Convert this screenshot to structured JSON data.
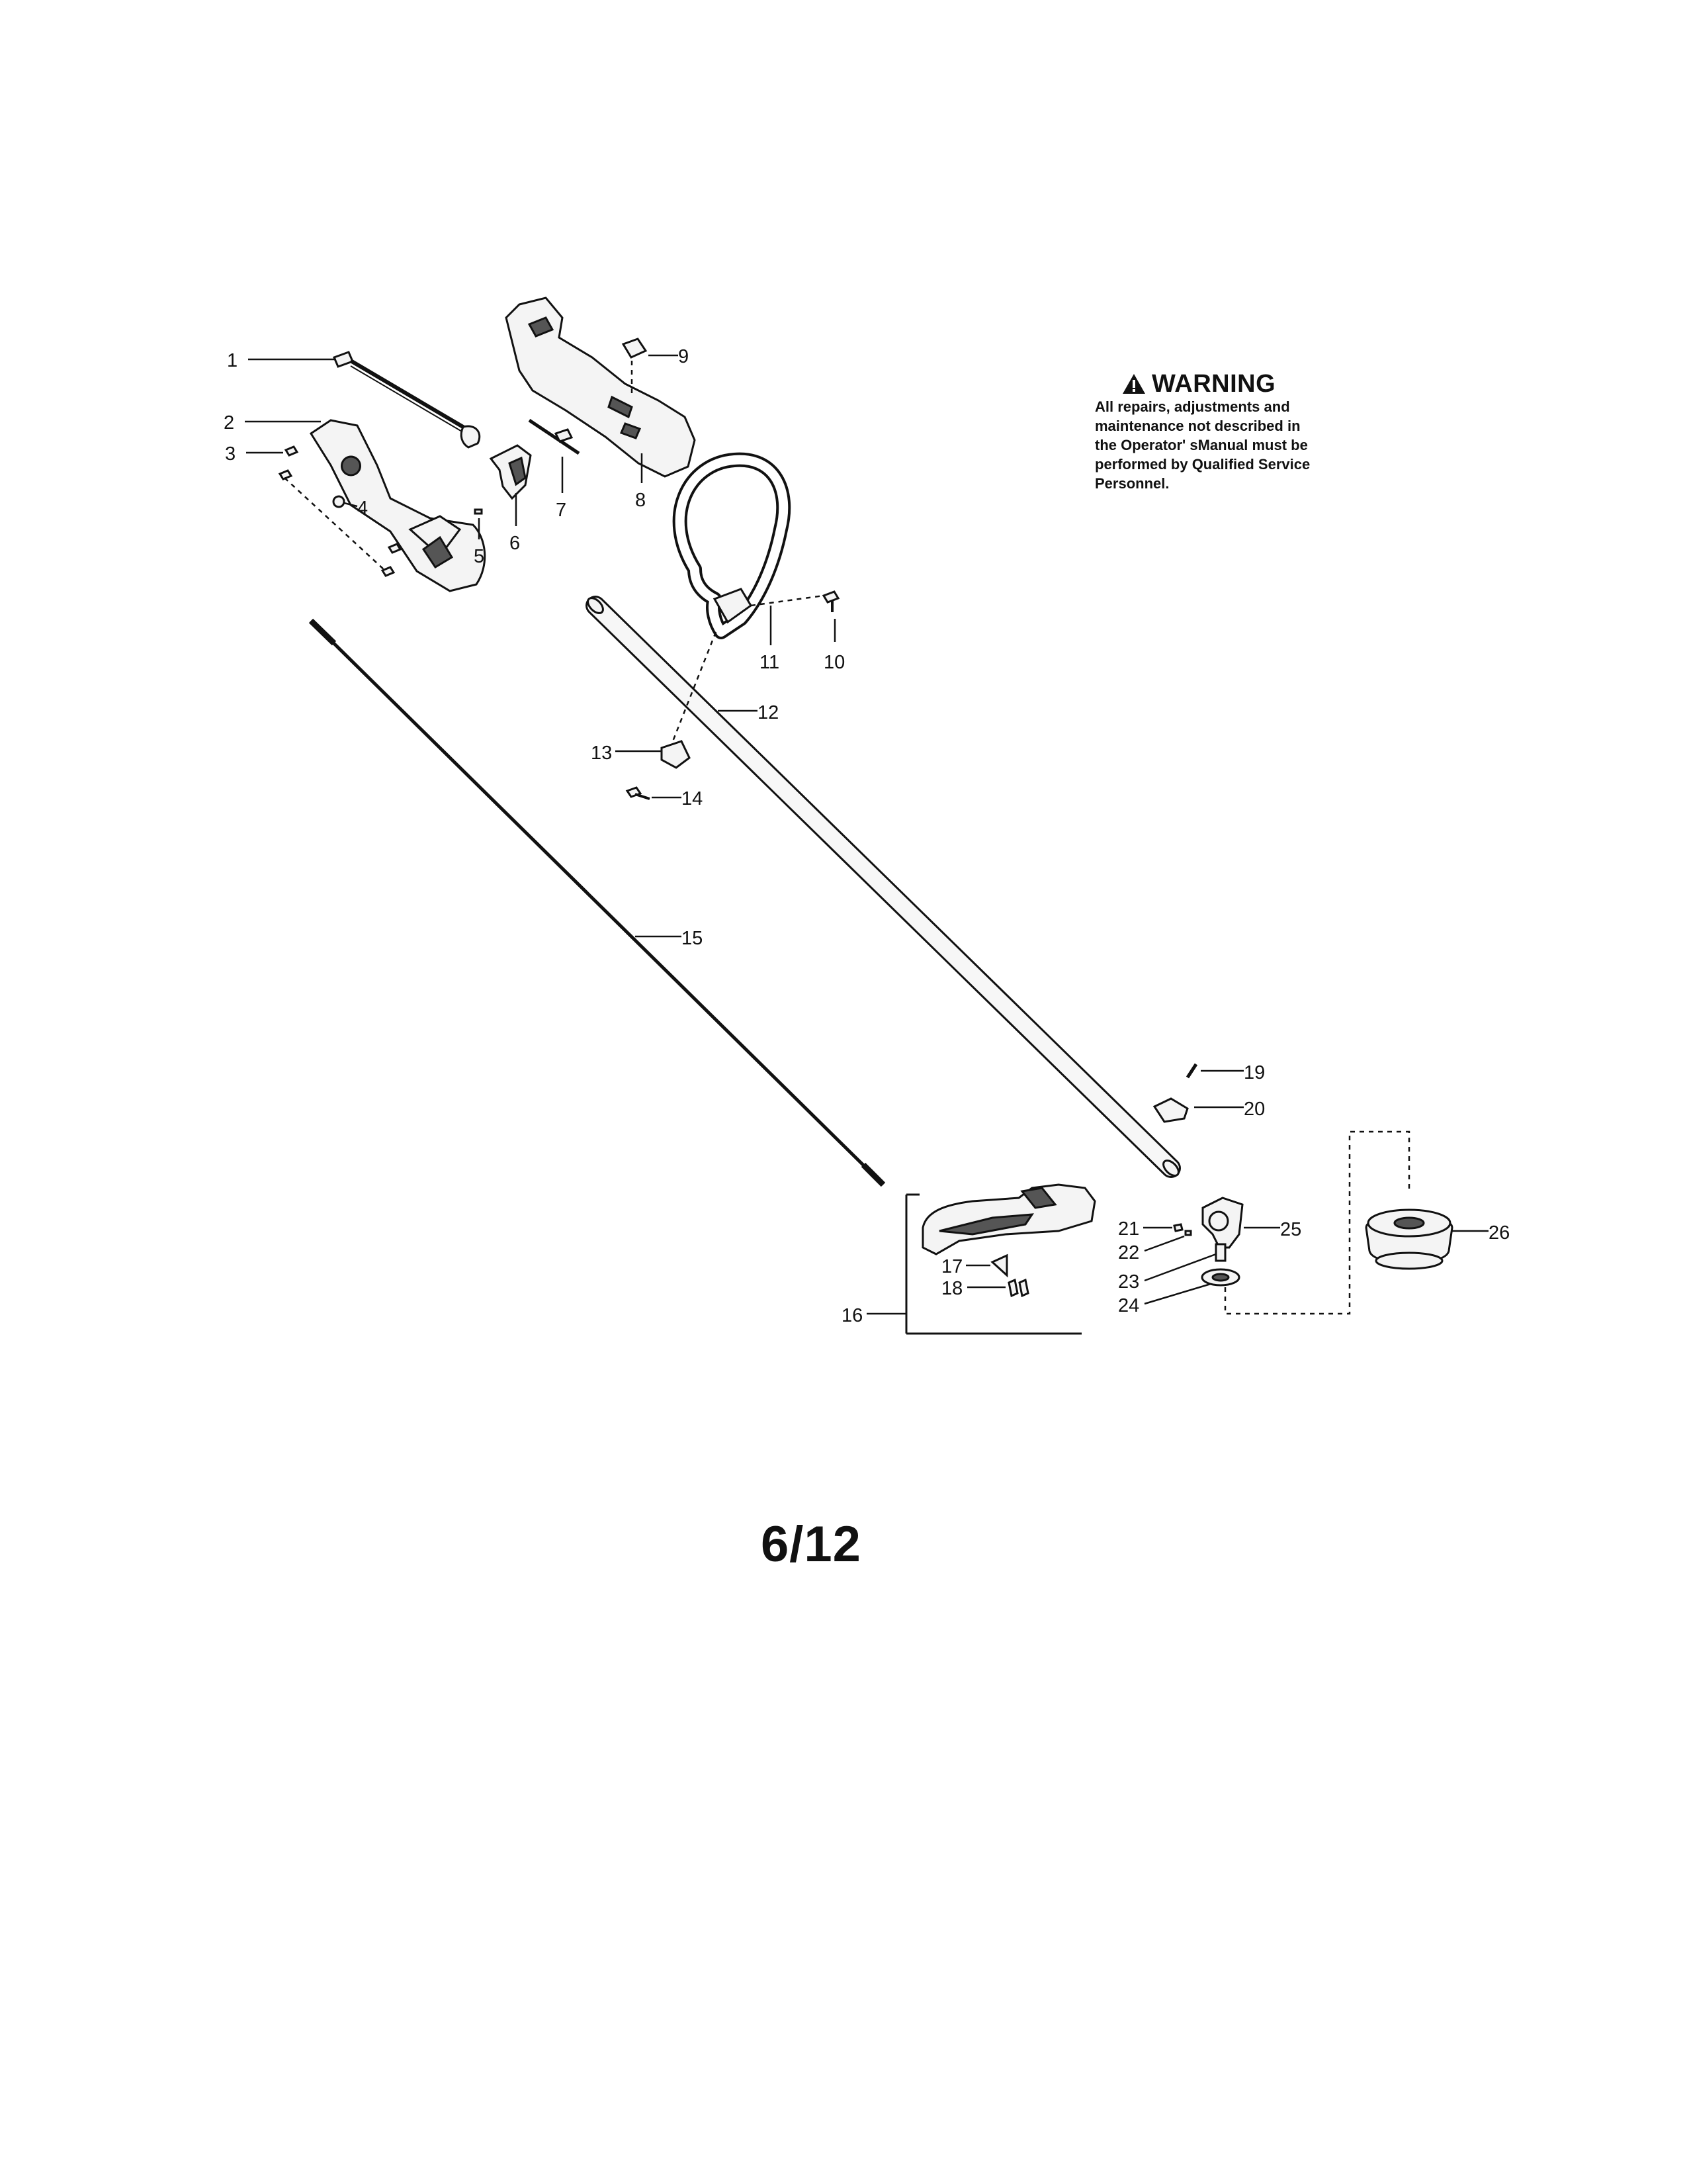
{
  "warning": {
    "title": "WARNING",
    "lines": [
      "All repairs, adjustments and",
      "maintenance not described in",
      "the Operator' sManual must be",
      "performed by Qualified Service",
      "Personnel."
    ]
  },
  "page_number": "6/12",
  "callouts": {
    "c1": "1",
    "c2": "2",
    "c3": "3",
    "c4": "4",
    "c5": "5",
    "c6": "6",
    "c7": "7",
    "c8": "8",
    "c9": "9",
    "c10": "10",
    "c11": "11",
    "c12": "12",
    "c13": "13",
    "c14": "14",
    "c15": "15",
    "c16": "16",
    "c17": "17",
    "c18": "18",
    "c19": "19",
    "c20": "20",
    "c21": "21",
    "c22": "22",
    "c23": "23",
    "c24": "24",
    "c25": "25",
    "c26": "26"
  },
  "colors": {
    "ink": "#111111",
    "paper": "#ffffff"
  }
}
